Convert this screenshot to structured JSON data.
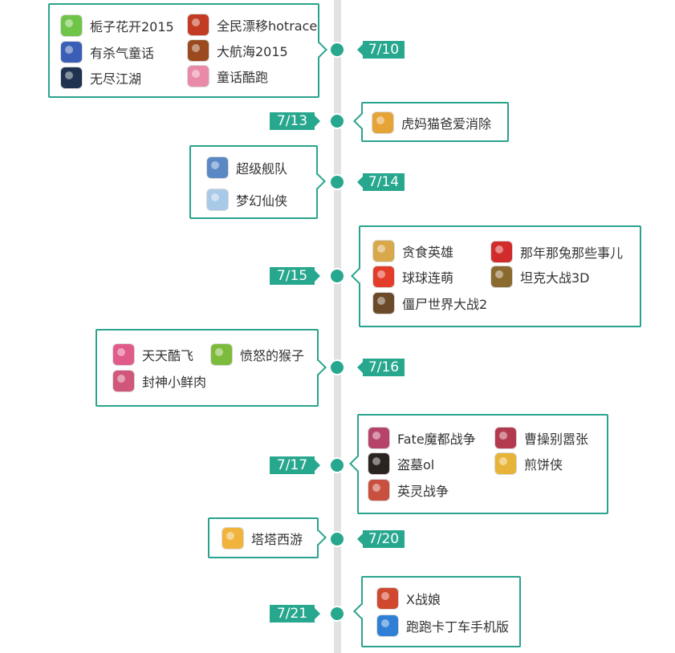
{
  "timeline": [
    {
      "date": "7/10",
      "games": [
        {
          "name": "栀子花开2015",
          "icon": "gardenia-game-icon",
          "color": "#6fc548"
        },
        {
          "name": "全民漂移hotrace",
          "icon": "race-car-game-icon",
          "color": "#c23b22"
        },
        {
          "name": "有杀气童话",
          "icon": "fairy-tale-game-icon",
          "color": "#3b5fb7"
        },
        {
          "name": "大航海2015",
          "icon": "sailing-game-icon",
          "color": "#9a4a1e"
        },
        {
          "name": "无尽江湖",
          "icon": "jianghu-game-icon",
          "color": "#1f3350"
        },
        {
          "name": "童话酷跑",
          "icon": "fairy-run-game-icon",
          "color": "#e98aa8"
        }
      ]
    },
    {
      "date": "7/13",
      "games": [
        {
          "name": "虎妈猫爸爱消除",
          "icon": "tiger-mom-game-icon",
          "color": "#e6a336"
        }
      ]
    },
    {
      "date": "7/14",
      "games": [
        {
          "name": "超级舰队",
          "icon": "fleet-game-icon",
          "color": "#5a88c4"
        },
        {
          "name": "梦幻仙侠",
          "icon": "fantasy-xianxia-game-icon",
          "color": "#a8c9e8"
        }
      ]
    },
    {
      "date": "7/15",
      "games": [
        {
          "name": "贪食英雄",
          "icon": "glutton-hero-game-icon",
          "color": "#d8a84a"
        },
        {
          "name": "那年那兔那些事儿",
          "icon": "rabbit-game-icon",
          "color": "#d12b2b"
        },
        {
          "name": "球球连萌",
          "icon": "ball-match-game-icon",
          "color": "#e43c2a"
        },
        {
          "name": "坦克大战3D",
          "icon": "tank-game-icon",
          "color": "#8a6a2e"
        },
        {
          "name": "僵尸世界大战2",
          "icon": "zombie-war-game-icon",
          "color": "#6b4a2a"
        }
      ]
    },
    {
      "date": "7/16",
      "games": [
        {
          "name": "天天酷飞",
          "icon": "daily-fly-game-icon",
          "color": "#e05a8a"
        },
        {
          "name": "愤怒的猴子",
          "icon": "angry-monkey-game-icon",
          "color": "#7dbb3c"
        },
        {
          "name": "封神小鲜肉",
          "icon": "fengshen-game-icon",
          "color": "#d0577a"
        }
      ]
    },
    {
      "date": "7/17",
      "games": [
        {
          "name": "Fate魔都战争",
          "icon": "fate-war-game-icon",
          "color": "#b6446a"
        },
        {
          "name": "曹操别嚣张",
          "icon": "cao-cao-game-icon",
          "color": "#b33a4e"
        },
        {
          "name": "盗墓ol",
          "icon": "tomb-raid-game-icon",
          "color": "#2a2320"
        },
        {
          "name": "煎饼侠",
          "icon": "pancake-hero-game-icon",
          "color": "#e7b43a"
        },
        {
          "name": "英灵战争",
          "icon": "heroic-spirit-game-icon",
          "color": "#c94f3e"
        }
      ]
    },
    {
      "date": "7/20",
      "games": [
        {
          "name": "塔塔西游",
          "icon": "tata-journey-game-icon",
          "color": "#f0b43c"
        }
      ]
    },
    {
      "date": "7/21",
      "games": [
        {
          "name": "X战娘",
          "icon": "x-girls-game-icon",
          "color": "#d0482e"
        },
        {
          "name": "跑跑卡丁车手机版",
          "icon": "kart-rider-game-icon",
          "color": "#2f7fd6"
        }
      ]
    }
  ]
}
